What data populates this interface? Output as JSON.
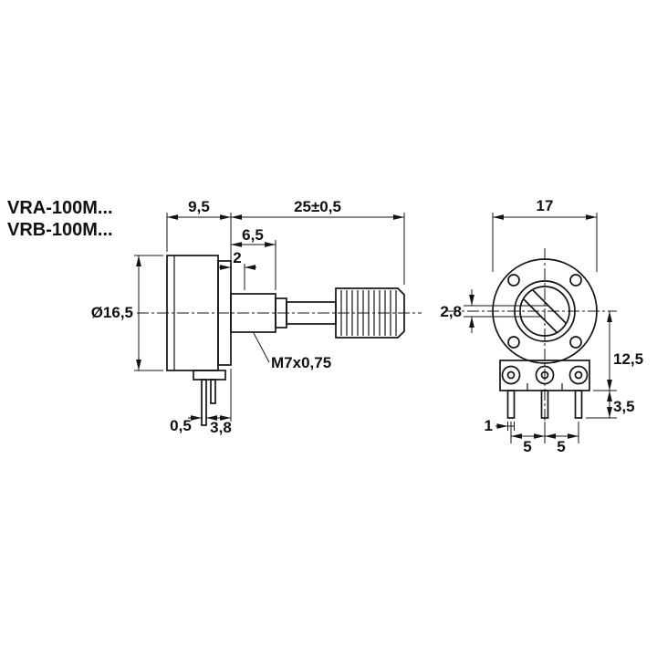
{
  "page": {
    "background": "#ffffff",
    "line_color": "#141414"
  },
  "title": {
    "line1": "VRA-100M...",
    "line2": "VRB-100M..."
  },
  "side_view": {
    "dim_body_depth": "9,5",
    "dim_shaft_length": "25±0,5",
    "dim_bushing_length": "6,5",
    "dim_collar": "2",
    "dim_body_diameter": "Ø16,5",
    "thread_spec": "M7x0,75",
    "dim_pin_thickness": "0,5",
    "dim_pin_offset": "3,8"
  },
  "front_view": {
    "dim_body_width": "17",
    "dim_slot_width": "2,8",
    "dim_center_to_pin_end": "12,5",
    "dim_pin_length": "3,5",
    "dim_pin_width": "1",
    "dim_pin_pitch_1": "5",
    "dim_pin_pitch_2": "5"
  }
}
